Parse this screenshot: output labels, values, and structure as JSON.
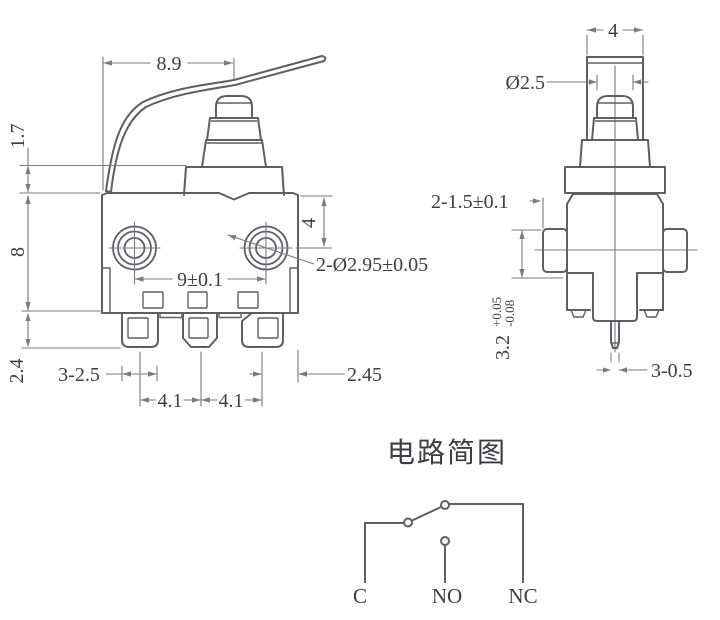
{
  "colors": {
    "line": "#5e5e65",
    "dim": "#7a7a80",
    "text": "#3d3d43"
  },
  "side_view": {
    "dim_lever_length": "8.9",
    "dim_overtravel": "1.7",
    "dim_body_height": "8",
    "dim_terminal_height": "2.4",
    "dim_terminal_width": "3-2.5",
    "dim_pitch_a": "4.1",
    "dim_pitch_b": "4.1",
    "dim_hole_span": "9±0.1",
    "dim_holes": "2-Ø2.95±0.05",
    "dim_hole_top": "4",
    "dim_edge_offset": "2.45"
  },
  "front_view": {
    "dim_lever_width": "4",
    "dim_plunger_dia": "Ø2.5",
    "dim_peg_length": "2-1.5±0.1",
    "dim_depth": "3.2",
    "dim_depth_tol_plus": "+0.05",
    "dim_depth_tol_minus": "-0.08",
    "dim_pin_thickness": "3-0.5"
  },
  "circuit": {
    "title": "电路简图",
    "terminals": [
      "C",
      "NO",
      "NC"
    ]
  }
}
